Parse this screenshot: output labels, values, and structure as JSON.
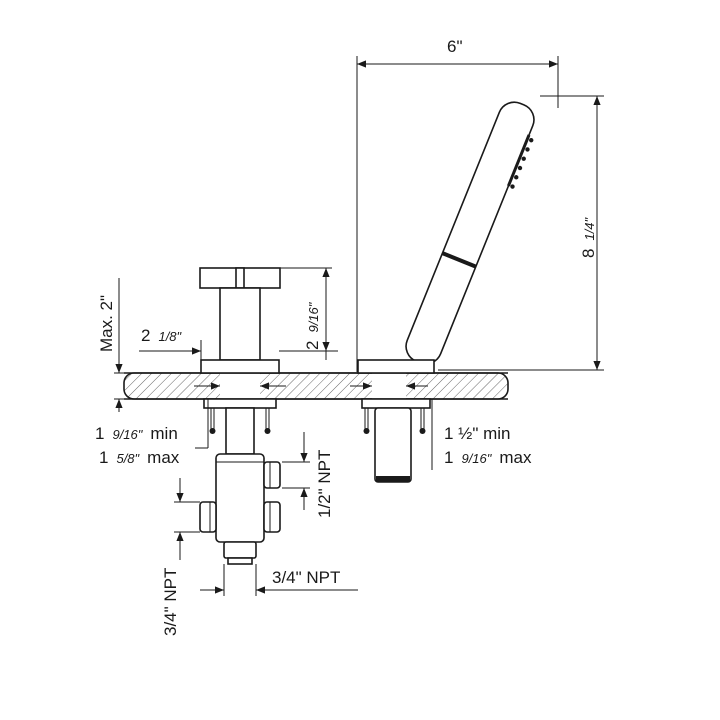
{
  "dimensions": {
    "width_6": "6\"",
    "height_8_1_4_whole": "8",
    "height_8_1_4_frac": "1/4\"",
    "max_2": "Max. 2\"",
    "spread_2_1_8_whole": "2",
    "spread_2_1_8_frac": "1/8\"",
    "height_2_9_16_whole": "2",
    "height_2_9_16_frac": "9/16\"",
    "left_hole_min_whole": "1",
    "left_hole_min_frac": "9/16\"",
    "left_hole_min_word": "min",
    "left_hole_max_whole": "1",
    "left_hole_max_frac": "5/8\"",
    "left_hole_max_word": "max",
    "right_hole_min": "1 ½\" min",
    "right_hole_max_whole": "1",
    "right_hole_max_frac": "9/16\"",
    "right_hole_max_word": "max",
    "npt_half": "1/2\" NPT",
    "npt_three_quarter_vertical": "3/4\" NPT",
    "npt_three_quarter_horizontal": "3/4\" NPT"
  },
  "colors": {
    "line": "#1a1a1a",
    "hatch": "#555555",
    "background": "#ffffff"
  }
}
